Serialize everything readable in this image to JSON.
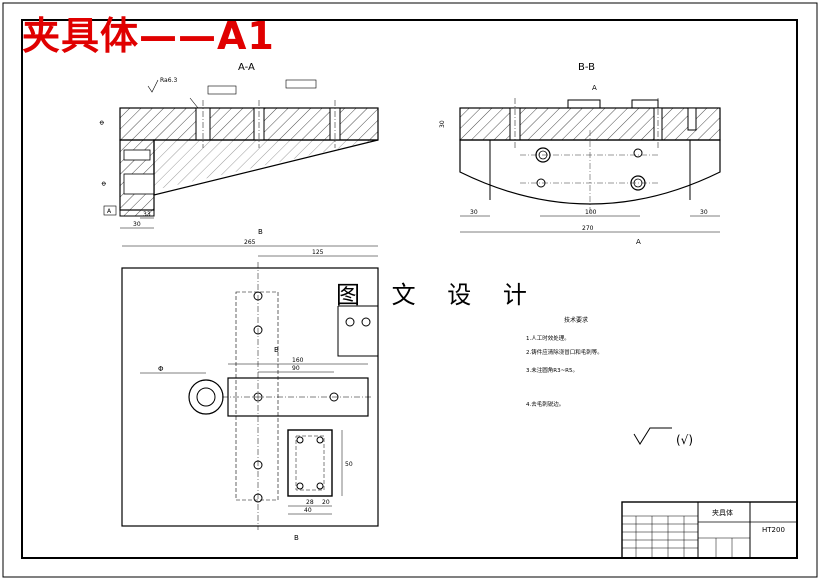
{
  "title": "夹具体——A1",
  "watermark": "图 文 设 计",
  "views": {
    "section_aa": "A-A",
    "section_bb": "B-B",
    "marker_b_top": "B",
    "marker_b_mid": "B",
    "marker_b_bottom": "B",
    "marker_a_top": "A",
    "marker_a_bottom": "A"
  },
  "dims": {
    "total_width": "265",
    "top_right": "125",
    "slot_len": "160",
    "slot_inner": "90",
    "bb_width": "270",
    "bb_hole_span": "100",
    "bb_edge_left": "30",
    "bb_edge_right": "30",
    "aa_base": "30",
    "aa_step": "33",
    "small_50": "50",
    "small_40": "40",
    "small_20": "20",
    "small_28": "28",
    "dia_left": "Φ"
  },
  "notes": {
    "heading": "技术要求",
    "items": [
      "1.人工时效处理。",
      "2.铸件应清除浇冒口和毛刺等。",
      "3.未注圆角R3~R5。",
      "4.去毛刺锐边。"
    ]
  },
  "roughness": {
    "symbol": "(√)"
  },
  "title_block": {
    "name": "夹具体",
    "material": "HT200"
  }
}
